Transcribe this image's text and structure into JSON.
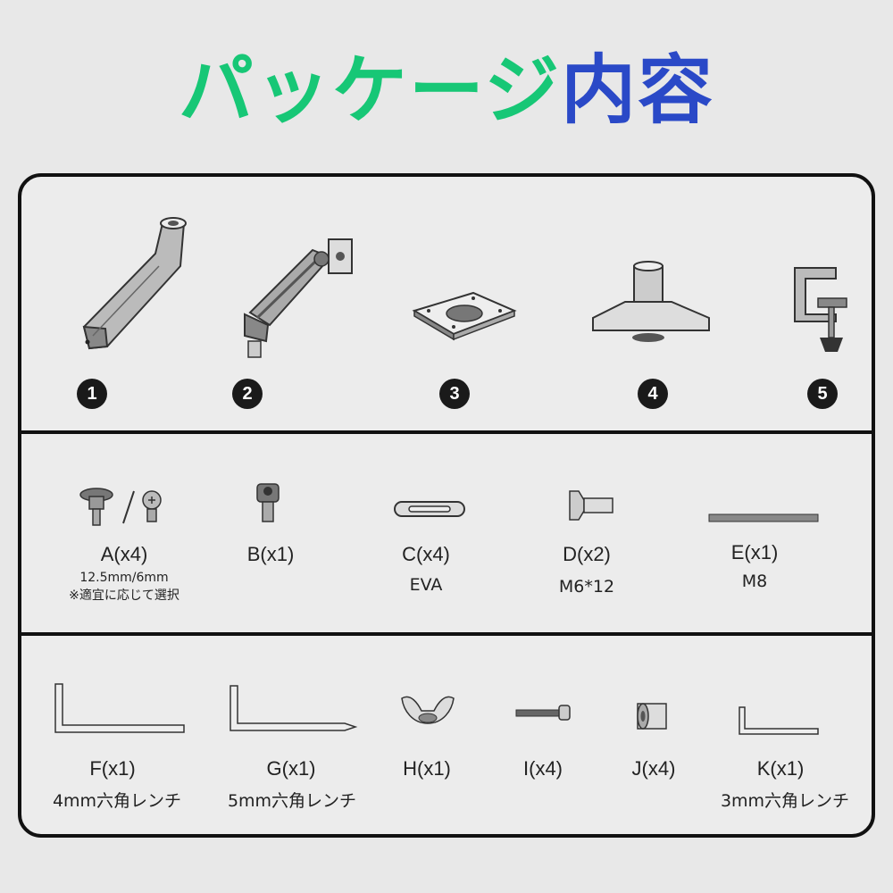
{
  "header": {
    "title_part1": "パッケージ",
    "title_part2": "内容"
  },
  "row1": {
    "badges": [
      "1",
      "2",
      "3",
      "4",
      "5"
    ]
  },
  "row2": {
    "items": [
      {
        "label": "A(x4)",
        "sub1": "12.5mm/6mm",
        "sub2": "※適宜に応じて選択"
      },
      {
        "label": "B(x1)"
      },
      {
        "label": "C(x4)",
        "sub1": "EVA"
      },
      {
        "label": "D(x2)",
        "sub1": "M6*12"
      },
      {
        "label": "E(x1)",
        "sub1": "M8"
      }
    ]
  },
  "row3": {
    "items": [
      {
        "label": "F(x1)",
        "sub1": "4mm六角レンチ"
      },
      {
        "label": "G(x1)",
        "sub1": "5mm六角レンチ"
      },
      {
        "label": "H(x1)"
      },
      {
        "label": "I(x4)"
      },
      {
        "label": "J(x4)"
      },
      {
        "label": "K(x1)",
        "sub1": "3mm六角レンチ"
      }
    ]
  },
  "colors": {
    "title_green": "#17c776",
    "title_blue": "#2a49c7",
    "border": "#111111"
  }
}
